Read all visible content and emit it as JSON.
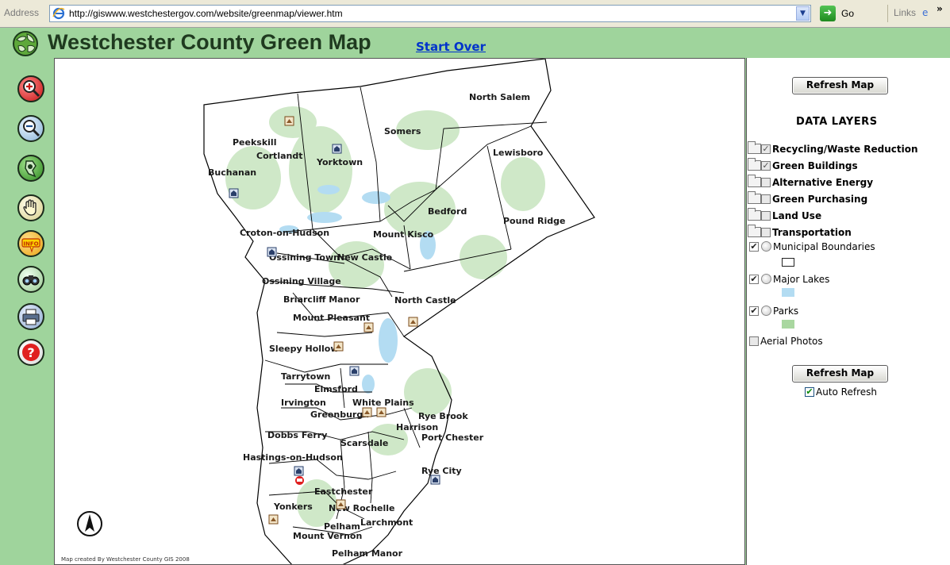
{
  "browser": {
    "address_label": "Address",
    "url": "http://giswww.westchestergov.com/website/greenmap/viewer.htm",
    "go_label": "Go",
    "links_label": "Links",
    "chevrons": "»"
  },
  "header": {
    "title": "Westchester County Green Map",
    "start_over": "Start Over"
  },
  "toolbar": {
    "tools": [
      "zoom-in",
      "zoom-out",
      "full-extent",
      "pan",
      "info",
      "find",
      "print",
      "help"
    ],
    "info_text": "INFO"
  },
  "map": {
    "credit": "Map created By Westchester County GIS 2008",
    "places": [
      "North Salem",
      "Somers",
      "Lewisboro",
      "Peekskill",
      "Cortlandt",
      "Yorktown",
      "Buchanan",
      "Bedford",
      "Pound Ridge",
      "Croton-on-Hudson",
      "Mount Kisco",
      "Ossining Town",
      "New Castle",
      "Ossining Village",
      "Briarcliff Manor",
      "North Castle",
      "Mount Pleasant",
      "Sleepy Hollow",
      "Tarrytown",
      "Elmsford",
      "Irvington",
      "White Plains",
      "Greenburgh",
      "Rye Brook",
      "Harrison",
      "Port Chester",
      "Dobbs Ferry",
      "Scarsdale",
      "Hastings-on-Hudson",
      "Rye City",
      "Eastchester",
      "Yonkers",
      "New Rochelle",
      "Pelham",
      "Larchmont",
      "Mount Vernon",
      "Pelham Manor"
    ],
    "colors": {
      "lakes": "#b3dcf2",
      "parks": "#cfe8c8",
      "boundary": "#000000"
    }
  },
  "panel": {
    "refresh_label": "Refresh Map",
    "layers_title": "DATA LAYERS",
    "layer_groups": [
      {
        "label": "Recycling/Waste Reduction",
        "checked": true
      },
      {
        "label": "Green Buildings",
        "checked": true
      },
      {
        "label": "Alternative Energy",
        "checked": false
      },
      {
        "label": "Green Purchasing",
        "checked": false
      },
      {
        "label": "Land Use",
        "checked": false
      },
      {
        "label": "Transportation",
        "checked": false
      }
    ],
    "base_layers": [
      {
        "label": "Municipal Boundaries",
        "checked": true,
        "swatch": "#ffffff"
      },
      {
        "label": "Major Lakes",
        "checked": true,
        "swatch": "#b3dcf2"
      },
      {
        "label": "Parks",
        "checked": true,
        "swatch": "#a9d7a0"
      }
    ],
    "aerial_label": "Aerial Photos",
    "aerial_checked": false,
    "auto_refresh_label": "Auto Refresh",
    "auto_refresh_checked": true
  }
}
